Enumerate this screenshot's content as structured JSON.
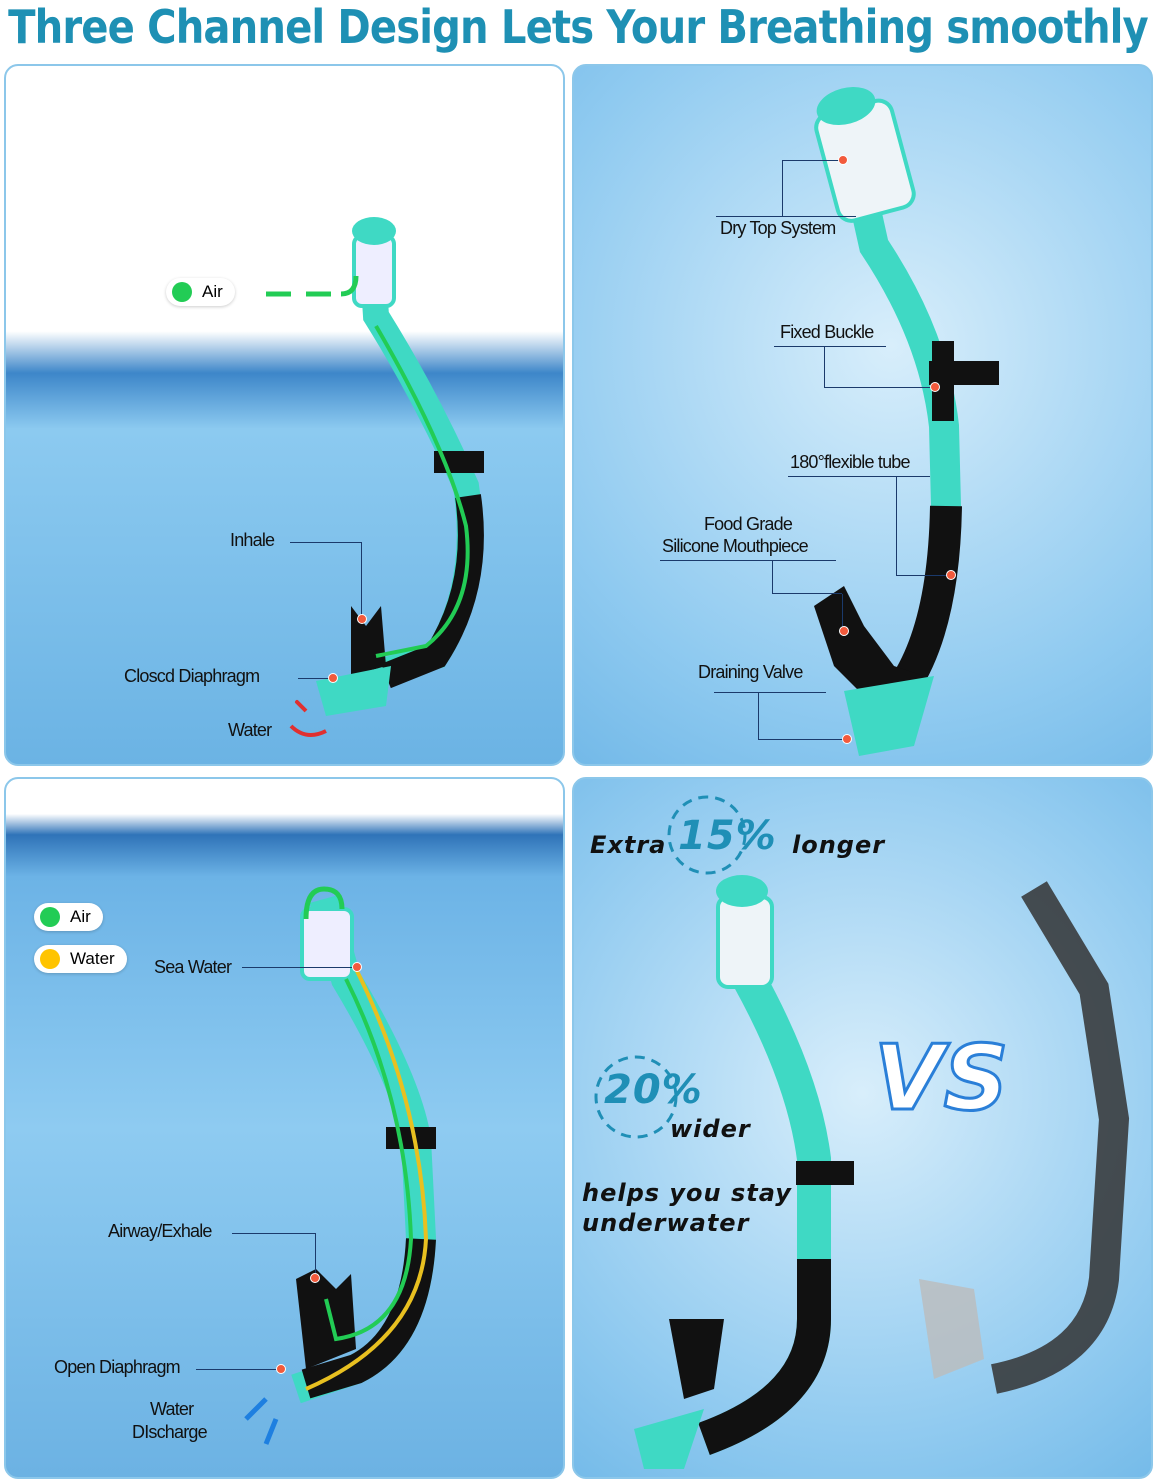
{
  "title": "Three Channel Design Lets Your Breathing smoothly",
  "panel1": {
    "legend_air": "Air",
    "inhale": "Inhale",
    "closed_diaphragm": "Closcd Diaphragm",
    "water": "Water"
  },
  "panel2": {
    "dry_top": "Dry Top System",
    "fixed_buckle": "Fixed Buckle",
    "flexible_tube": "180°flexible tube",
    "mouthpiece_line1": "Food Grade",
    "mouthpiece_line2": "Silicone Mouthpiece",
    "draining_valve": "Draining Valve"
  },
  "panel3": {
    "legend_air": "Air",
    "legend_water": "Water",
    "sea_water": "Sea Water",
    "airway": "Airway/Exhale",
    "open_diaphragm": "Open Diaphragm",
    "discharge_line1": "Water",
    "discharge_line2": "DIscharge"
  },
  "panel4": {
    "extra": "Extra",
    "extra_pct": "15%",
    "longer": "longer",
    "wider_pct": "20%",
    "wider": "wider",
    "stay_line1": "helps you stay",
    "stay_line2": "underwater",
    "vs": "VS"
  },
  "colors": {
    "title": "#1e90b4",
    "teal": "#3fd9c4",
    "air": "#22cc55",
    "water": "#ffc400",
    "marker": "#f25a3c"
  }
}
